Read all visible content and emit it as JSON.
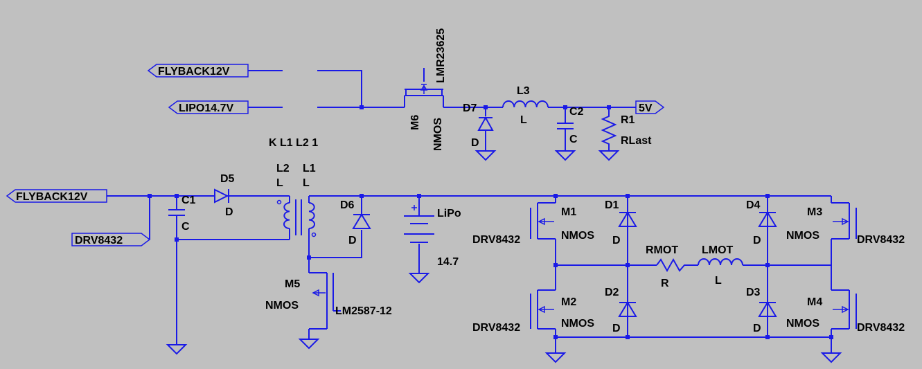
{
  "labels": {
    "flyback_top": "FLYBACK12V",
    "lipo_net": "LIPO14.7V",
    "out_5v": "5V",
    "flyback_left": "FLYBACK12V",
    "drv_left": "DRV8432"
  },
  "m6": {
    "name": "M6",
    "type": "NMOS",
    "model": "LMR23625"
  },
  "d7": {
    "name": "D7",
    "value": "D"
  },
  "l3": {
    "name": "L3",
    "value": "L"
  },
  "c2": {
    "name": "C2",
    "value": "C"
  },
  "r1": {
    "name": "R1",
    "value": "RLast"
  },
  "coupling": "K L1 L2 1",
  "l2": {
    "name": "L2",
    "value": "L"
  },
  "l1": {
    "name": "L1",
    "value": "L"
  },
  "d5": {
    "name": "D5",
    "value": "D"
  },
  "c1": {
    "name": "C1",
    "value": "C"
  },
  "d6": {
    "name": "D6",
    "value": "D"
  },
  "m5": {
    "name": "M5",
    "type": "NMOS",
    "model": "LM2587-12"
  },
  "lipo": {
    "name": "LiPo",
    "value": "14.7"
  },
  "m1": {
    "name": "M1",
    "type": "NMOS",
    "model": "DRV8432"
  },
  "m2": {
    "name": "M2",
    "type": "NMOS",
    "model": "DRV8432"
  },
  "m3": {
    "name": "M3",
    "type": "NMOS",
    "model": "DRV8432"
  },
  "m4": {
    "name": "M4",
    "type": "NMOS",
    "model": "DRV8432"
  },
  "d1": {
    "name": "D1",
    "value": "D"
  },
  "d2": {
    "name": "D2",
    "value": "D"
  },
  "d3": {
    "name": "D3",
    "value": "D"
  },
  "d4": {
    "name": "D4",
    "value": "D"
  },
  "rmot": {
    "name": "RMOT",
    "value": "R"
  },
  "lmot": {
    "name": "LMOT",
    "value": "L"
  },
  "colors": {
    "background": "#c0c0c0",
    "wire": "#1a1ae6",
    "text": "#000000"
  }
}
